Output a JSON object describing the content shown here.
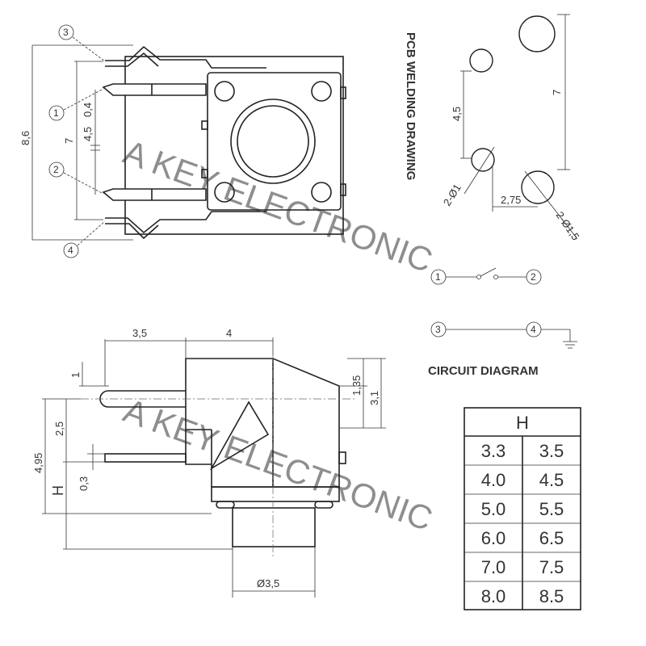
{
  "watermark": "A KEY ELECTRONIC",
  "top_view": {
    "pins": [
      "3",
      "1",
      "2",
      "4"
    ],
    "dims": {
      "overall": "8,6",
      "pitch": "7",
      "inner": "4,5",
      "tol": "0,4"
    }
  },
  "pcb": {
    "title": "PCB WELDING DRAWING",
    "dims": {
      "vertical": "4,5",
      "tall": "7",
      "horizontal": "2,75",
      "hole_small": "2-Ø1",
      "hole_large": "2-Ø1,5"
    }
  },
  "circuit": {
    "title": "CIRCUIT DIAGRAM",
    "switch_pins": [
      "1",
      "2"
    ],
    "ground_pins": [
      "3",
      "4"
    ]
  },
  "side_view": {
    "dims": {
      "top_left": "3,5",
      "top_right": "4",
      "lead": "1",
      "right_upper": "1,35",
      "right_lower": "3,1",
      "left_mid": "2,5",
      "left_tall": "4,95",
      "pin_thk": "0,3",
      "height": "H",
      "stem": "Ø3,5"
    }
  },
  "h_table": {
    "header": "H",
    "rows": [
      [
        "3.3",
        "3.5"
      ],
      [
        "4.0",
        "4.5"
      ],
      [
        "5.0",
        "5.5"
      ],
      [
        "6.0",
        "6.5"
      ],
      [
        "7.0",
        "7.5"
      ],
      [
        "8.0",
        "8.5"
      ]
    ]
  }
}
